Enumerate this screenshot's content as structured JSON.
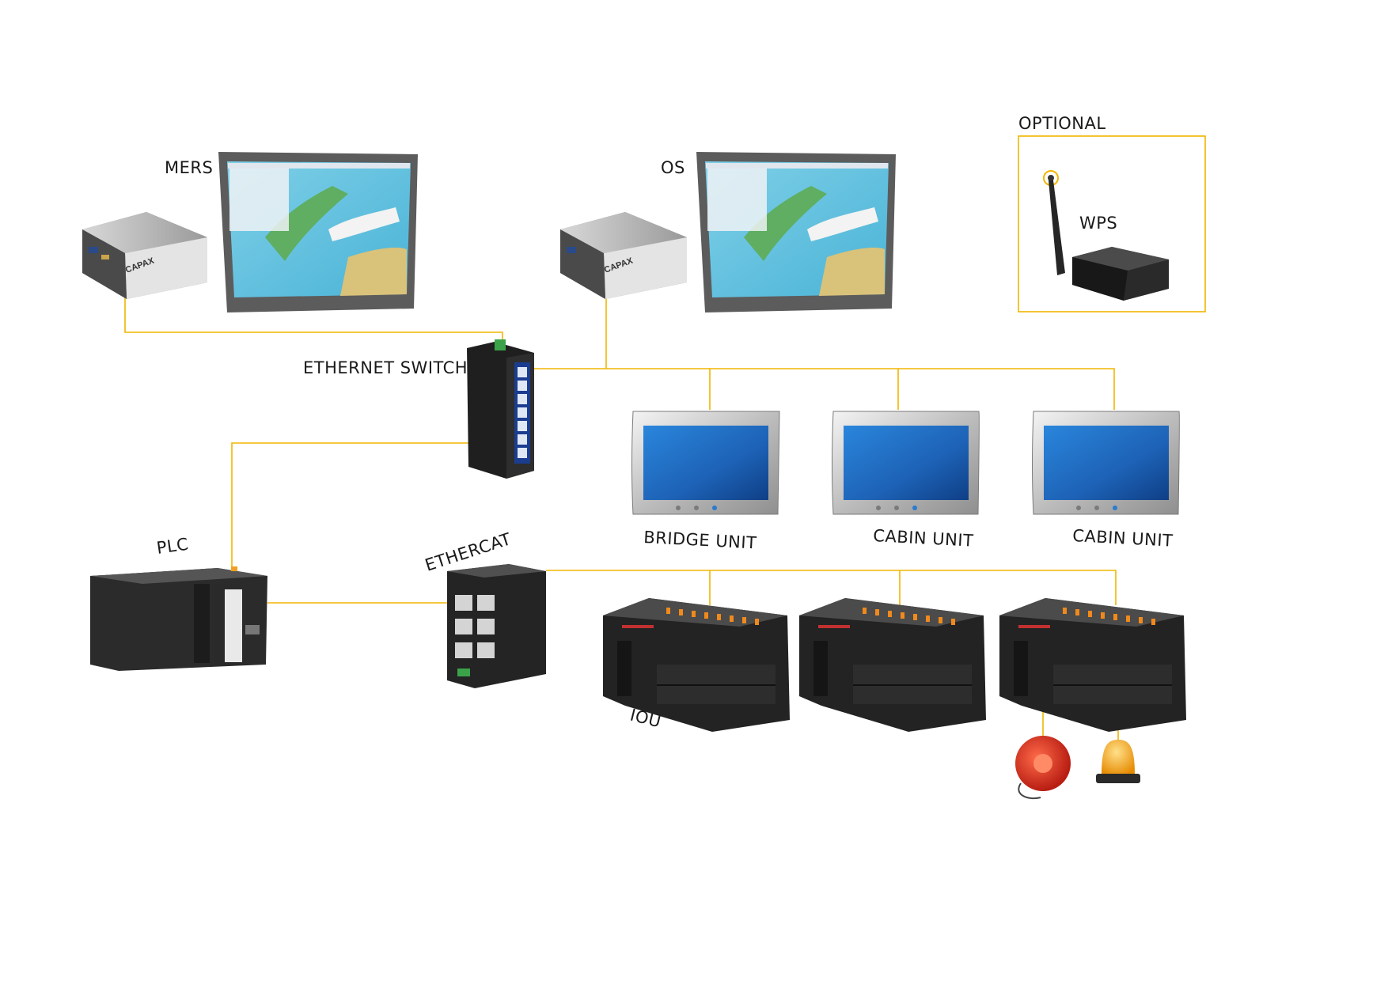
{
  "labels": {
    "mers": "MERS",
    "os": "OS",
    "optional": "OPTIONAL",
    "wps": "WPS",
    "ethernet_switch": "ETHERNET SWITCH",
    "bridge_unit": "BRIDGE UNIT",
    "cabin_unit_1": "CABIN UNIT",
    "cabin_unit_2": "CABIN UNIT",
    "plc": "PLC",
    "ethercat": "ETHERCAT",
    "iou": "IOU",
    "capax_brand": "CAPAX"
  },
  "colors": {
    "connection": "#f2b600",
    "optional_border": "#f2b600",
    "hmi_screen": "#1f6fc4",
    "device_dark": "#2a2a2a"
  },
  "icons": [
    "computer-box-icon",
    "chart-monitor-icon",
    "ethernet-switch-icon",
    "touch-panel-icon",
    "plc-icon",
    "ethercat-coupler-icon",
    "io-module-icon",
    "wireless-antenna-icon",
    "alarm-bell-icon",
    "beacon-light-icon"
  ]
}
